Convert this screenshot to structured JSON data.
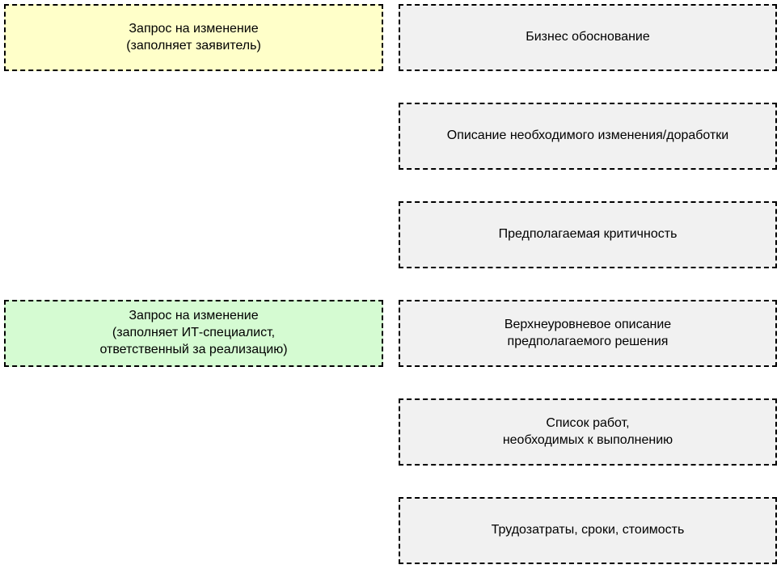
{
  "diagram": {
    "left_boxes": [
      {
        "label": "Запрос на изменение\n(заполняет заявитель)",
        "fill": "#FFFFC9"
      },
      {
        "label": "Запрос на изменение\n(заполняет ИТ-специалист,\nответственный за реализацию)",
        "fill": "#D5FBD2"
      }
    ],
    "right_boxes": [
      {
        "label": "Бизнес обоснование"
      },
      {
        "label": "Описание необходимого изменения/доработки"
      },
      {
        "label": "Предполагаемая критичность"
      },
      {
        "label": "Верхнеуровневое описание\nпредполагаемого решения"
      },
      {
        "label": "Список работ,\nнеобходимых к выполнению"
      },
      {
        "label": "Трудозатраты, сроки, стоимость"
      }
    ],
    "colors": {
      "requester_fill": "#FFFFC9",
      "it_specialist_fill": "#D5FBD2",
      "field_fill": "#F1F1F1",
      "border": "#000000",
      "background": "#FFFFFF"
    }
  }
}
